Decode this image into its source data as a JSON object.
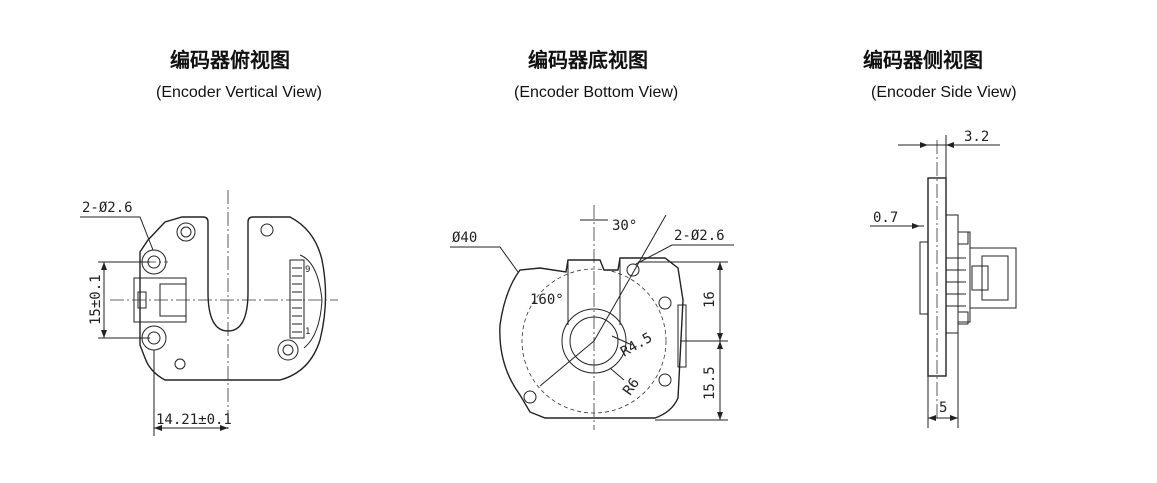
{
  "views": [
    {
      "title": "编码器俯视图",
      "subtitle": "(Encoder Vertical View)"
    },
    {
      "title": "编码器底视图",
      "subtitle": "(Encoder Bottom View)"
    },
    {
      "title": "编码器侧视图",
      "subtitle": "(Encoder Side View)"
    }
  ],
  "dimensions": {
    "vertical": {
      "holes": "2-Ø2.6",
      "height": "15±0.1",
      "width": "14.21±0.1",
      "pin_top": "9",
      "pin_bottom": "1"
    },
    "bottom": {
      "diameter": "Ø40",
      "angle1": "30°",
      "holes": "2-Ø2.6",
      "angle2": "160°",
      "r1": "R4.5",
      "r2": "R6",
      "h1": "16",
      "h2": "15.5"
    },
    "side": {
      "top": "3.2",
      "left": "0.7",
      "bottom": "5"
    }
  },
  "colors": {
    "line": "#222222",
    "background": "#ffffff"
  }
}
